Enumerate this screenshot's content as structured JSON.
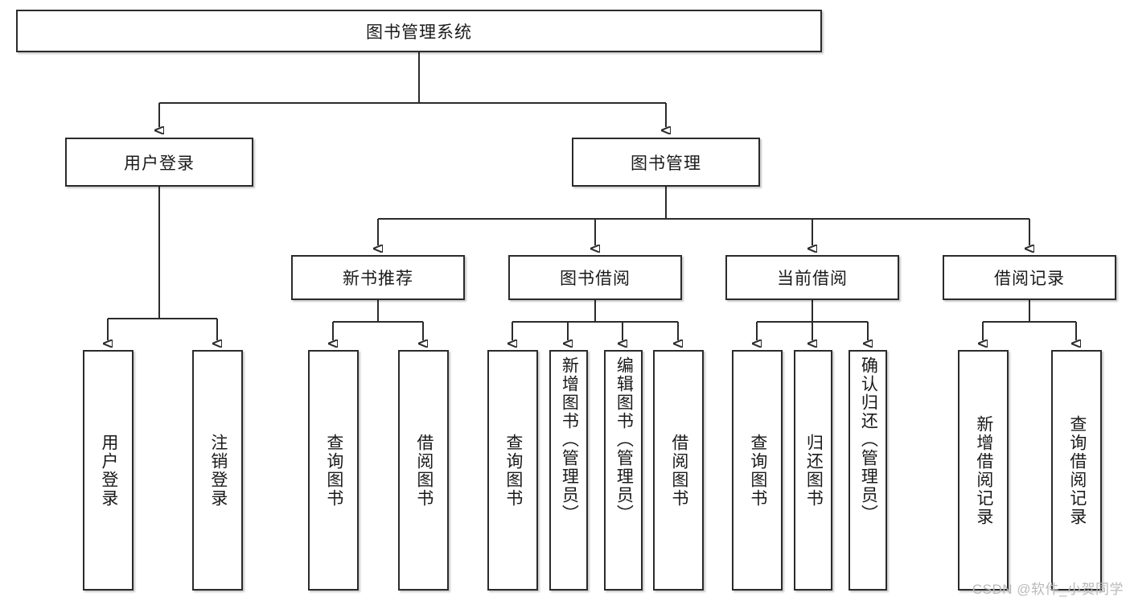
{
  "diagram": {
    "type": "tree-hierarchy",
    "title_node": {
      "label": "图书管理系统"
    },
    "level2": [
      {
        "key": "user-login",
        "label": "用户登录"
      },
      {
        "key": "book-management",
        "label": "图书管理"
      }
    ],
    "level3": [
      {
        "key": "new-book-recommend",
        "label": "新书推荐",
        "parent": "book-management"
      },
      {
        "key": "book-borrow",
        "label": "图书借阅",
        "parent": "book-management"
      },
      {
        "key": "current-borrow",
        "label": "当前借阅",
        "parent": "book-management"
      },
      {
        "key": "borrow-record",
        "label": "借阅记录",
        "parent": "book-management"
      }
    ],
    "leaves": {
      "user-login": [
        {
          "key": "leaf-user-login",
          "label": "用户登录"
        },
        {
          "key": "leaf-logout-login",
          "label": "注销登录"
        }
      ],
      "new-book-recommend": [
        {
          "key": "leaf-query-book-1",
          "label": "查询图书"
        },
        {
          "key": "leaf-borrow-book-1",
          "label": "借阅图书"
        }
      ],
      "book-borrow": [
        {
          "key": "leaf-query-book-2",
          "label": "查询图书"
        },
        {
          "key": "leaf-add-book-admin",
          "label": "新增图书（管理员）"
        },
        {
          "key": "leaf-edit-book-admin",
          "label": "编辑图书（管理员）"
        },
        {
          "key": "leaf-borrow-book-2",
          "label": "借阅图书"
        }
      ],
      "current-borrow": [
        {
          "key": "leaf-query-book-3",
          "label": "查询图书"
        },
        {
          "key": "leaf-return-book",
          "label": "归还图书"
        },
        {
          "key": "leaf-confirm-return-admin",
          "label": "确认归还（管理员）"
        }
      ],
      "borrow-record": [
        {
          "key": "leaf-add-borrow-record",
          "label": "新增借阅记录"
        },
        {
          "key": "leaf-query-borrow-record",
          "label": "查询借阅记录"
        }
      ]
    }
  },
  "watermark": {
    "text": "CSDN @软件_小贺同学"
  },
  "colors": {
    "border": "#2b2b2b",
    "background": "#ffffff",
    "text": "#1a1a1a",
    "watermark": "#b9b9b9"
  }
}
